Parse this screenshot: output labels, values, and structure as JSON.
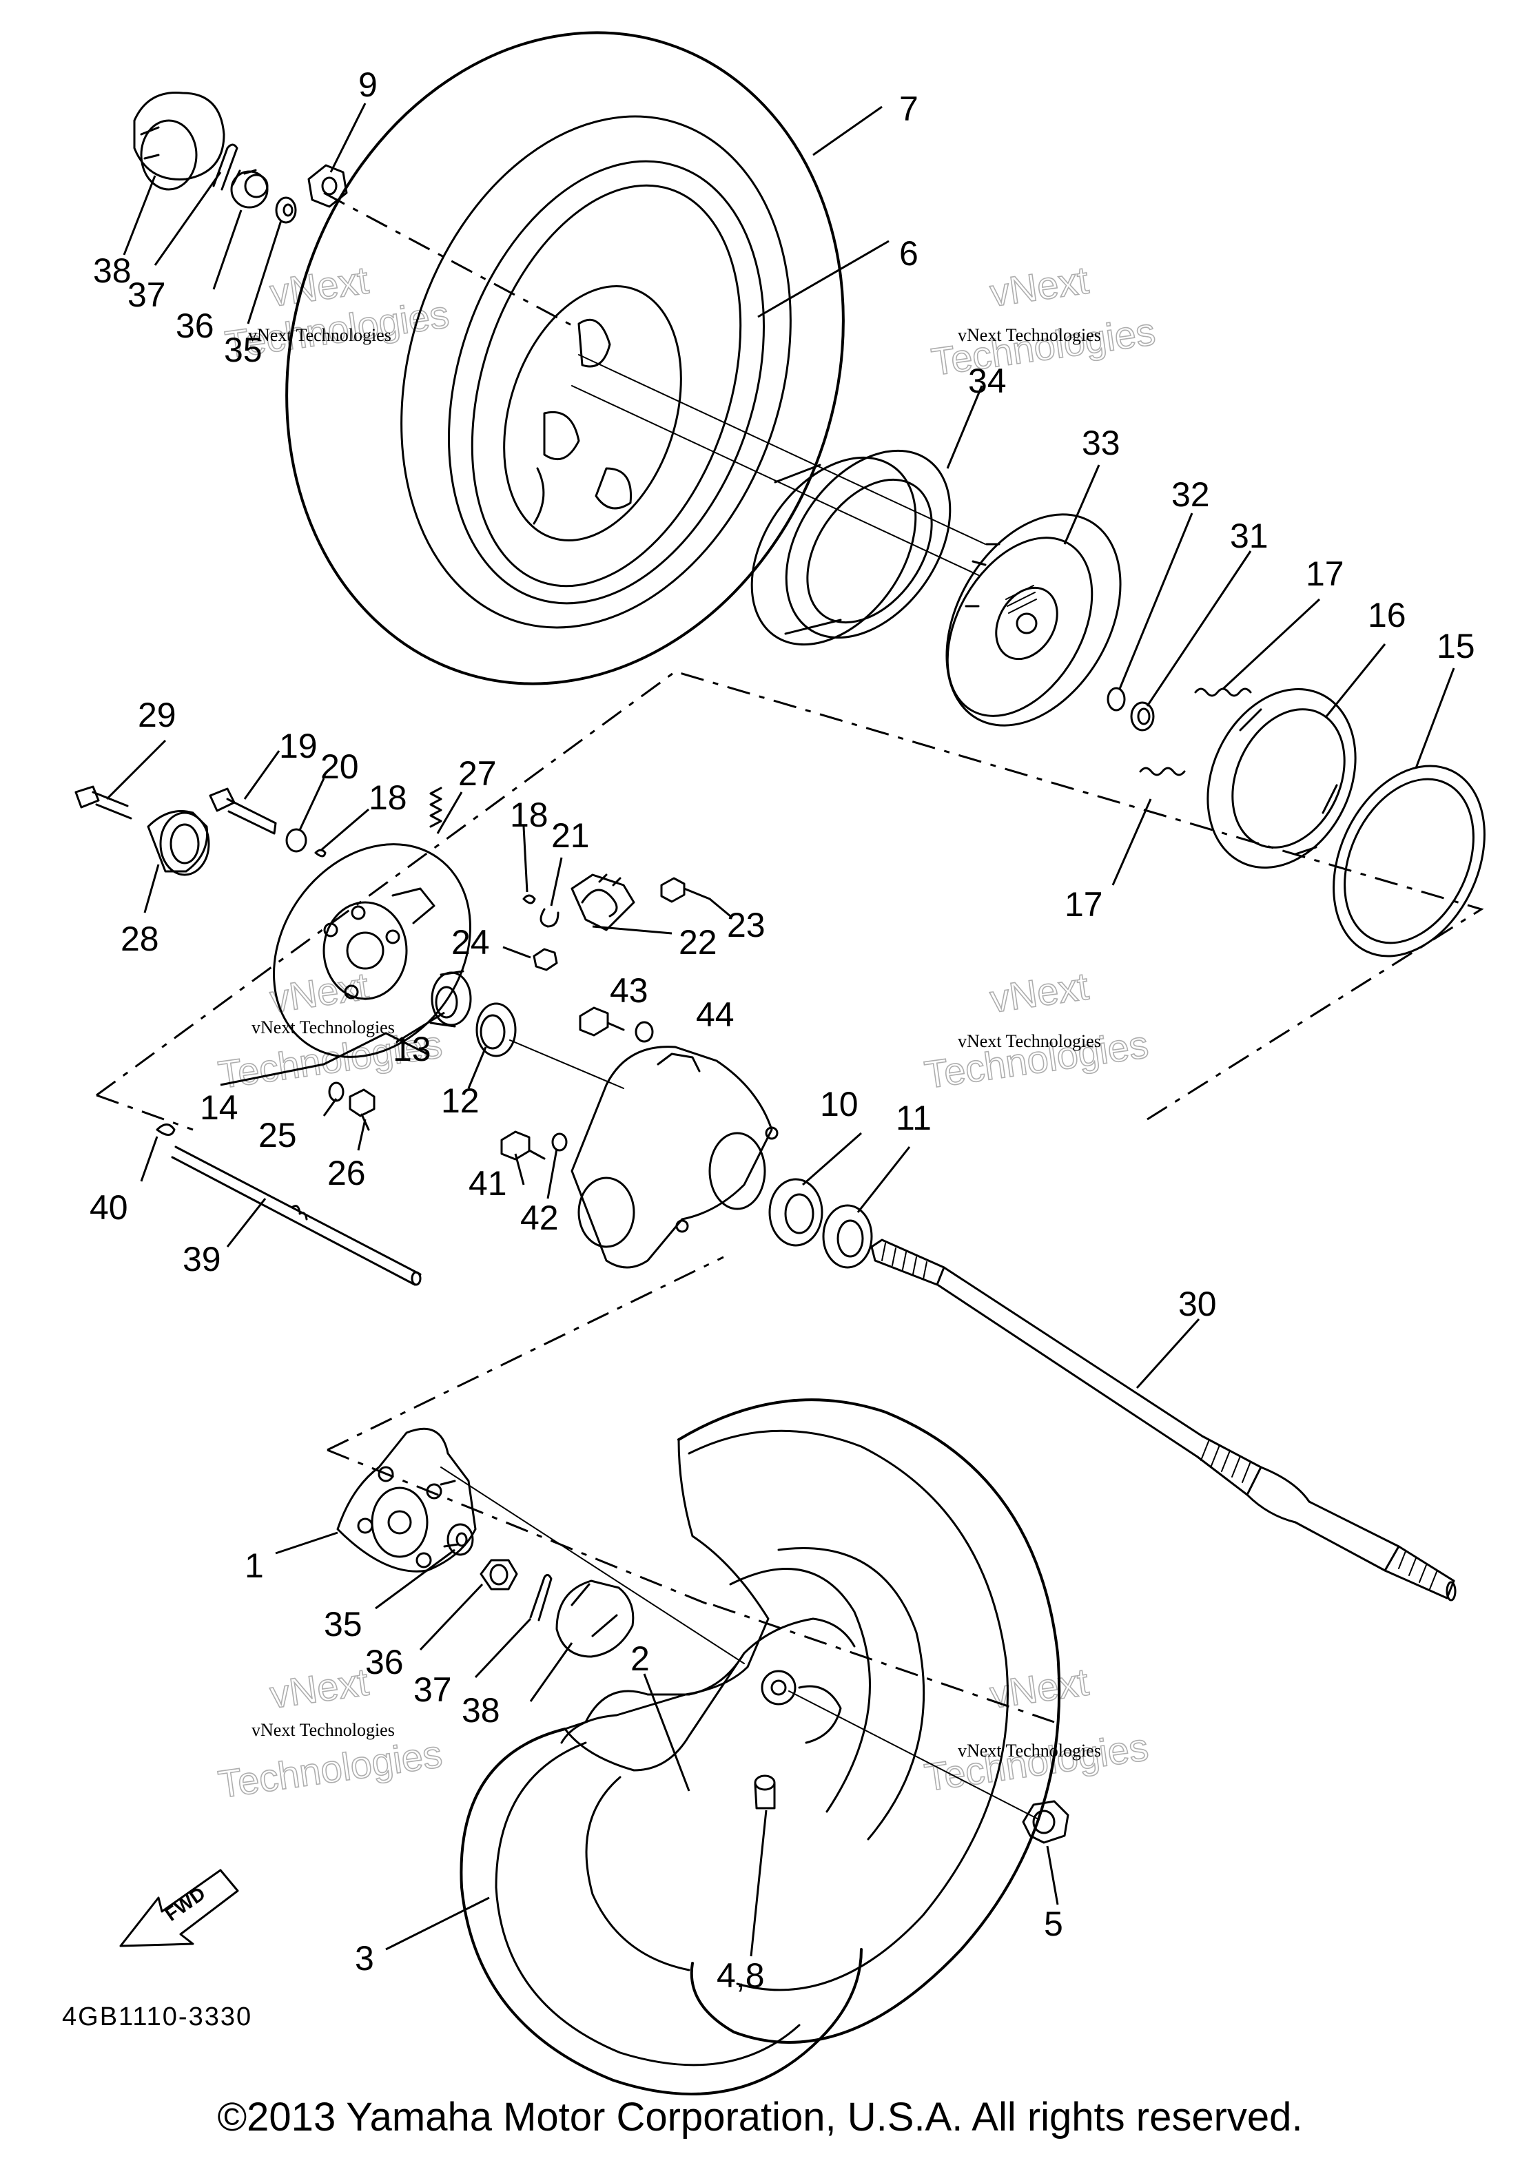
{
  "diagram_code": "4GB1110-3330",
  "copyright": "©2013 Yamaha Motor Corporation, U.S.A. All rights reserved.",
  "fwd_label": "FWD",
  "watermark": {
    "line1": "vNext Technologies",
    "outline1": "vNext",
    "outline2": "Technologies"
  },
  "part_labels": {
    "p1": "1",
    "p2": "2",
    "p3": "3",
    "p48": "4,8",
    "p5": "5",
    "p6": "6",
    "p7": "7",
    "p9": "9",
    "p10": "10",
    "p11": "11",
    "p12": "12",
    "p13": "13",
    "p14": "14",
    "p15": "15",
    "p16": "16",
    "p17a": "17",
    "p17b": "17",
    "p18a": "18",
    "p18b": "18",
    "p19": "19",
    "p20": "20",
    "p21": "21",
    "p22": "22",
    "p23": "23",
    "p24": "24",
    "p25": "25",
    "p26": "26",
    "p27": "27",
    "p28": "28",
    "p29": "29",
    "p30": "30",
    "p31": "31",
    "p32": "32",
    "p33": "33",
    "p34": "34",
    "p35a": "35",
    "p35b": "35",
    "p36a": "36",
    "p36b": "36",
    "p37a": "37",
    "p37b": "37",
    "p38a": "38",
    "p38b": "38",
    "p39": "39",
    "p40": "40",
    "p41": "41",
    "p42": "42",
    "p43": "43",
    "p44": "44"
  }
}
